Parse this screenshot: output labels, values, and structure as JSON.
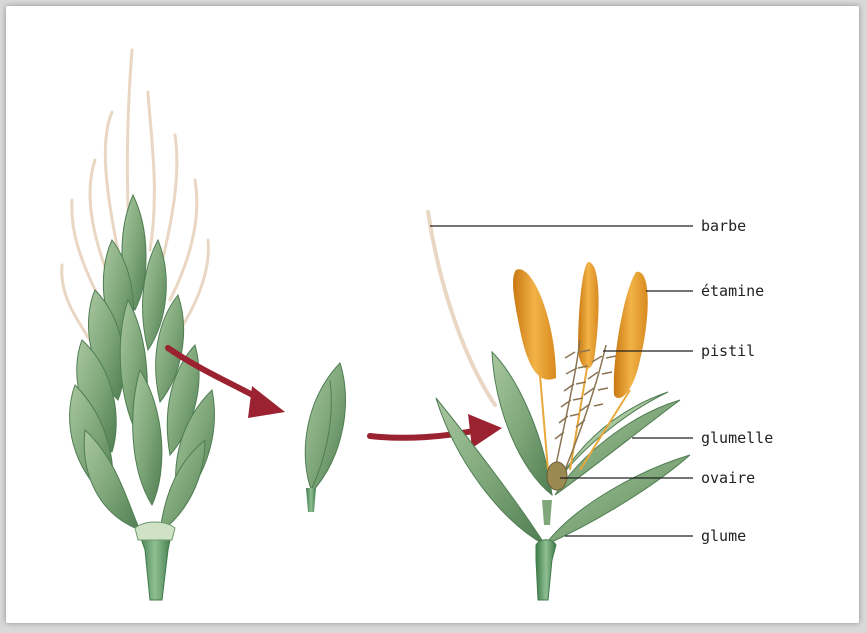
{
  "labels": {
    "barbe": "barbe",
    "etamine": "étamine",
    "pistil": "pistil",
    "glumelle": "glumelle",
    "ovaire": "ovaire",
    "glume": "glume"
  },
  "colors": {
    "leaf": "#7fa77a",
    "leaf_dark": "#5c8a5e",
    "leaf_light": "#a9c7a0",
    "awn": "#e9d7c4",
    "anther": "#e59a2a",
    "arrow": "#9b2230",
    "line": "#222222"
  }
}
